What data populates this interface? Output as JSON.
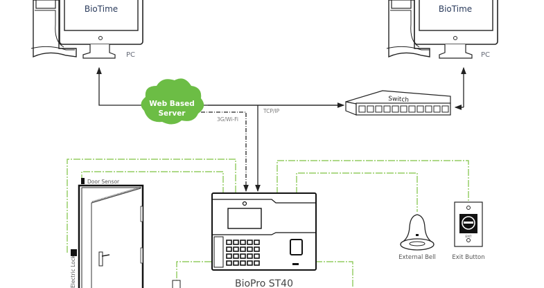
{
  "diagram": {
    "pc_left": {
      "screen_text": "BioTime",
      "label": "PC"
    },
    "pc_right": {
      "screen_text": "BioTime",
      "label": "PC"
    },
    "cloud": {
      "line1": "Web Based",
      "line2": "Server"
    },
    "switch": {
      "label": "Switch"
    },
    "links": {
      "wifi": "3G/Wi-Fi",
      "tcpip": "TCP/IP"
    },
    "door": {
      "sensor_label": "Door Sensor",
      "lock_label": "Electric Lock"
    },
    "device": {
      "name": "BioPro ST40"
    },
    "bell": {
      "label": "External Bell"
    },
    "exit_button": {
      "label": "Exit Button",
      "face_text": "EXIT"
    },
    "colors": {
      "wire_green": "#7dc242",
      "cloud_green": "#6cbd45",
      "line_dark": "#222222",
      "label_gray": "#666b78"
    }
  }
}
